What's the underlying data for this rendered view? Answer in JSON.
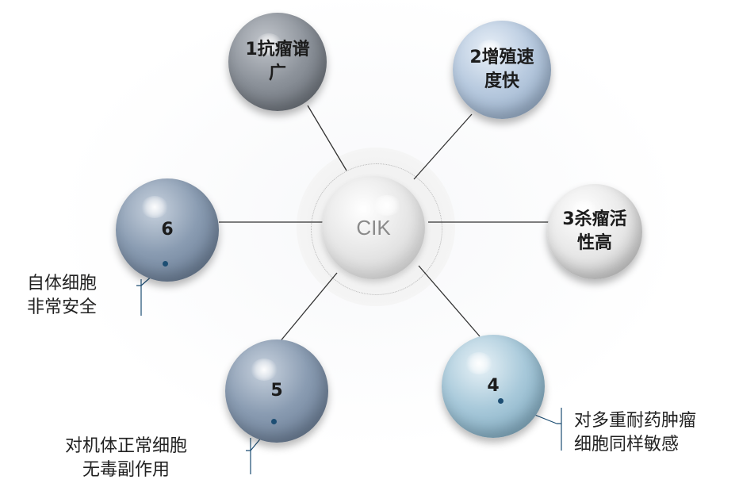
{
  "center": {
    "label": "CIK"
  },
  "nodes": [
    {
      "id": "1",
      "label": "1抗瘤谱广"
    },
    {
      "id": "2",
      "label": "2增殖速度快"
    },
    {
      "id": "3",
      "label": "3杀瘤活性高"
    },
    {
      "id": "4",
      "label": "4"
    },
    {
      "id": "5",
      "label": "5"
    },
    {
      "id": "6",
      "label": "6"
    }
  ],
  "notes": {
    "node6": [
      "自体细胞",
      "非常安全"
    ],
    "node5": [
      "对机体正常细胞",
      "无毒副作用"
    ],
    "node4": [
      "对多重耐药肿瘤",
      "细胞同样敏感"
    ]
  },
  "colors": {
    "line": "#333333",
    "callout": "#1d4e73"
  }
}
